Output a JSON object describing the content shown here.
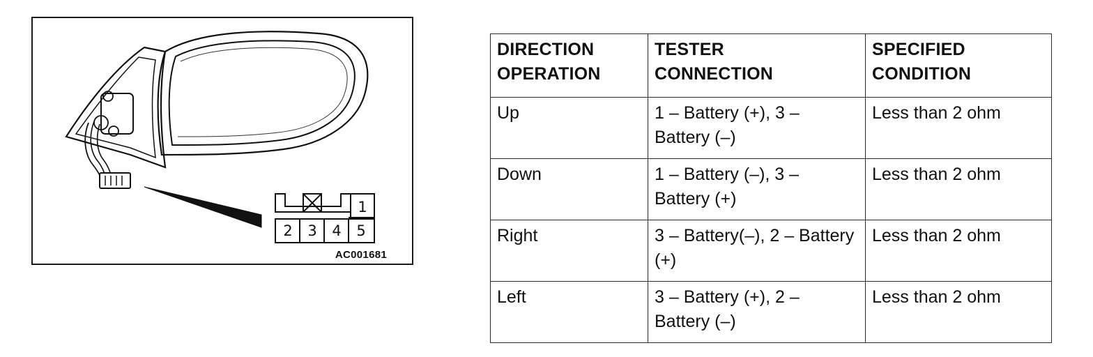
{
  "figure": {
    "code": "AC001681",
    "connector_pins": [
      "1",
      "2",
      "3",
      "4",
      "5"
    ]
  },
  "table": {
    "headers": [
      {
        "line1": "DIRECTION",
        "line2": "OPERATION"
      },
      {
        "line1": "TESTER",
        "line2": "CONNECTION"
      },
      {
        "line1": "SPECIFIED",
        "line2": "CONDITION"
      }
    ],
    "rows": [
      {
        "direction": "Up",
        "tester": "1 – Battery (+), 3 – Battery (–)",
        "condition": "Less than 2 ohm"
      },
      {
        "direction": "Down",
        "tester": "1 – Battery (–), 3 – Battery (+)",
        "condition": "Less than 2 ohm"
      },
      {
        "direction": "Right",
        "tester": "3 – Battery(–), 2 – Battery (+)",
        "condition": "Less than 2 ohm"
      },
      {
        "direction": "Left",
        "tester": "3 – Battery (+), 2 – Battery (–)",
        "condition": "Less than 2 ohm"
      }
    ]
  }
}
